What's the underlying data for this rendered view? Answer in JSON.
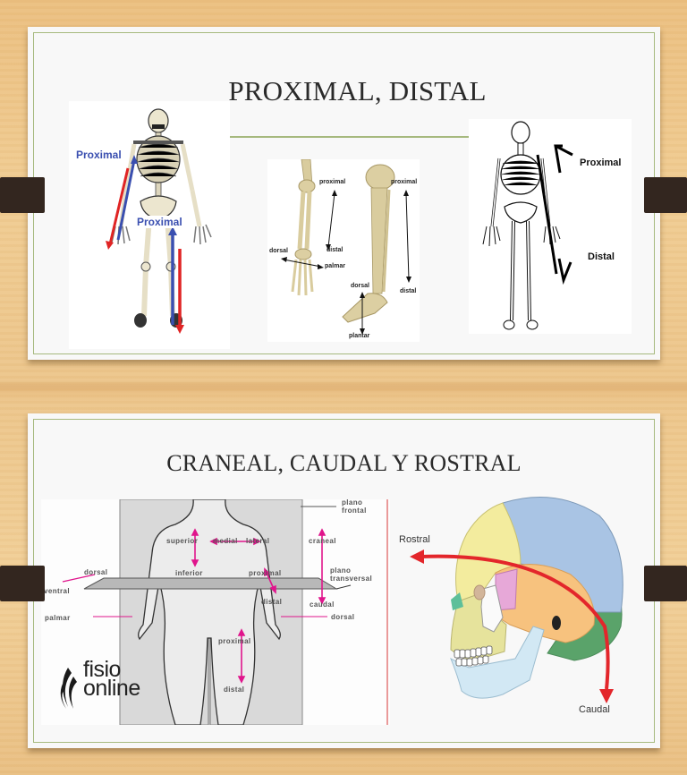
{
  "slides": [
    {
      "title": "PROXIMAL, DISTAL",
      "images": [
        {
          "name": "colored-skeleton",
          "labels": [
            "Proximal",
            "Proximal"
          ],
          "arrow_colors": {
            "proximal": "#3a4fb0",
            "distal": "#e02424"
          }
        },
        {
          "name": "arm-leg-bones",
          "labels": {
            "arm_proximal": "proximal",
            "arm_distal": "distal",
            "arm_dorsal": "dorsal",
            "arm_palmar": "palmar",
            "leg_proximal": "proximal",
            "leg_distal": "distal",
            "leg_dorsal": "dorsal",
            "leg_plantar": "plantar"
          }
        },
        {
          "name": "outline-skeleton",
          "labels": {
            "proximal": "Proximal",
            "distal": "Distal"
          }
        }
      ]
    },
    {
      "title": "CRANEAL, CAUDAL Y ROSTRAL",
      "body_diagram": {
        "labels": {
          "plano_frontal_1": "plano",
          "plano_frontal_2": "frontal",
          "superior": "superior",
          "medial": "medial",
          "lateral": "lateral",
          "craneal": "craneal",
          "dorsal_left": "dorsal",
          "ventral": "ventral",
          "inferior": "inferior",
          "proximal_arm": "proximal",
          "plano_transversal_1": "plano",
          "plano_transversal_2": "transversal",
          "distal_arm": "distal",
          "caudal": "caudal",
          "palmar": "palmar",
          "dorsal_right": "dorsal",
          "proximal_leg": "proximal",
          "distal_leg": "distal"
        },
        "arrow_color": "#e0158c",
        "logo": {
          "line1": "fisio",
          "line2": "online"
        }
      },
      "skull_diagram": {
        "labels": {
          "rostral": "Rostral",
          "caudal": "Caudal"
        },
        "arrow_color": "#e3262b"
      }
    }
  ],
  "colors": {
    "slide_bg": "#f8f8f8",
    "frame_border": "#a6b97e",
    "title_text": "#2a2a2a",
    "binder_clip": "#33261f",
    "wood": "#ecc58a"
  }
}
